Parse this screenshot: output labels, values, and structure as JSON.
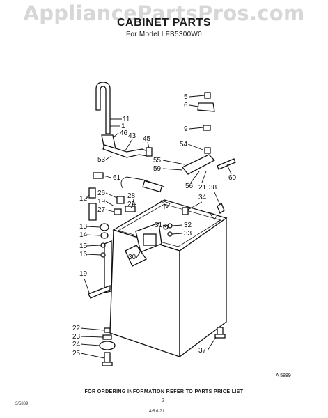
{
  "header": {
    "watermark": "AppliancePartsPros.com",
    "title": "CABINET PARTS",
    "subtitle": "For Model LFB5300W0"
  },
  "labels": [
    "5",
    "6",
    "9",
    "11",
    "1",
    "46",
    "43",
    "45",
    "53",
    "54",
    "55",
    "59",
    "60",
    "61",
    "56",
    "21",
    "38",
    "26",
    "28",
    "12",
    "19",
    "29",
    "34",
    "27",
    "13",
    "14",
    "31",
    "32",
    "33",
    "15",
    "16",
    "30",
    "19",
    "22",
    "23",
    "24",
    "25",
    "37"
  ],
  "figure_code": "A 5889",
  "footer": {
    "ordering": "FOR ORDERING INFORMATION REFER TO PARTS PRICE LIST",
    "page": "2",
    "left_code": "3/5889",
    "bottom_code": "4/5 6-71"
  }
}
